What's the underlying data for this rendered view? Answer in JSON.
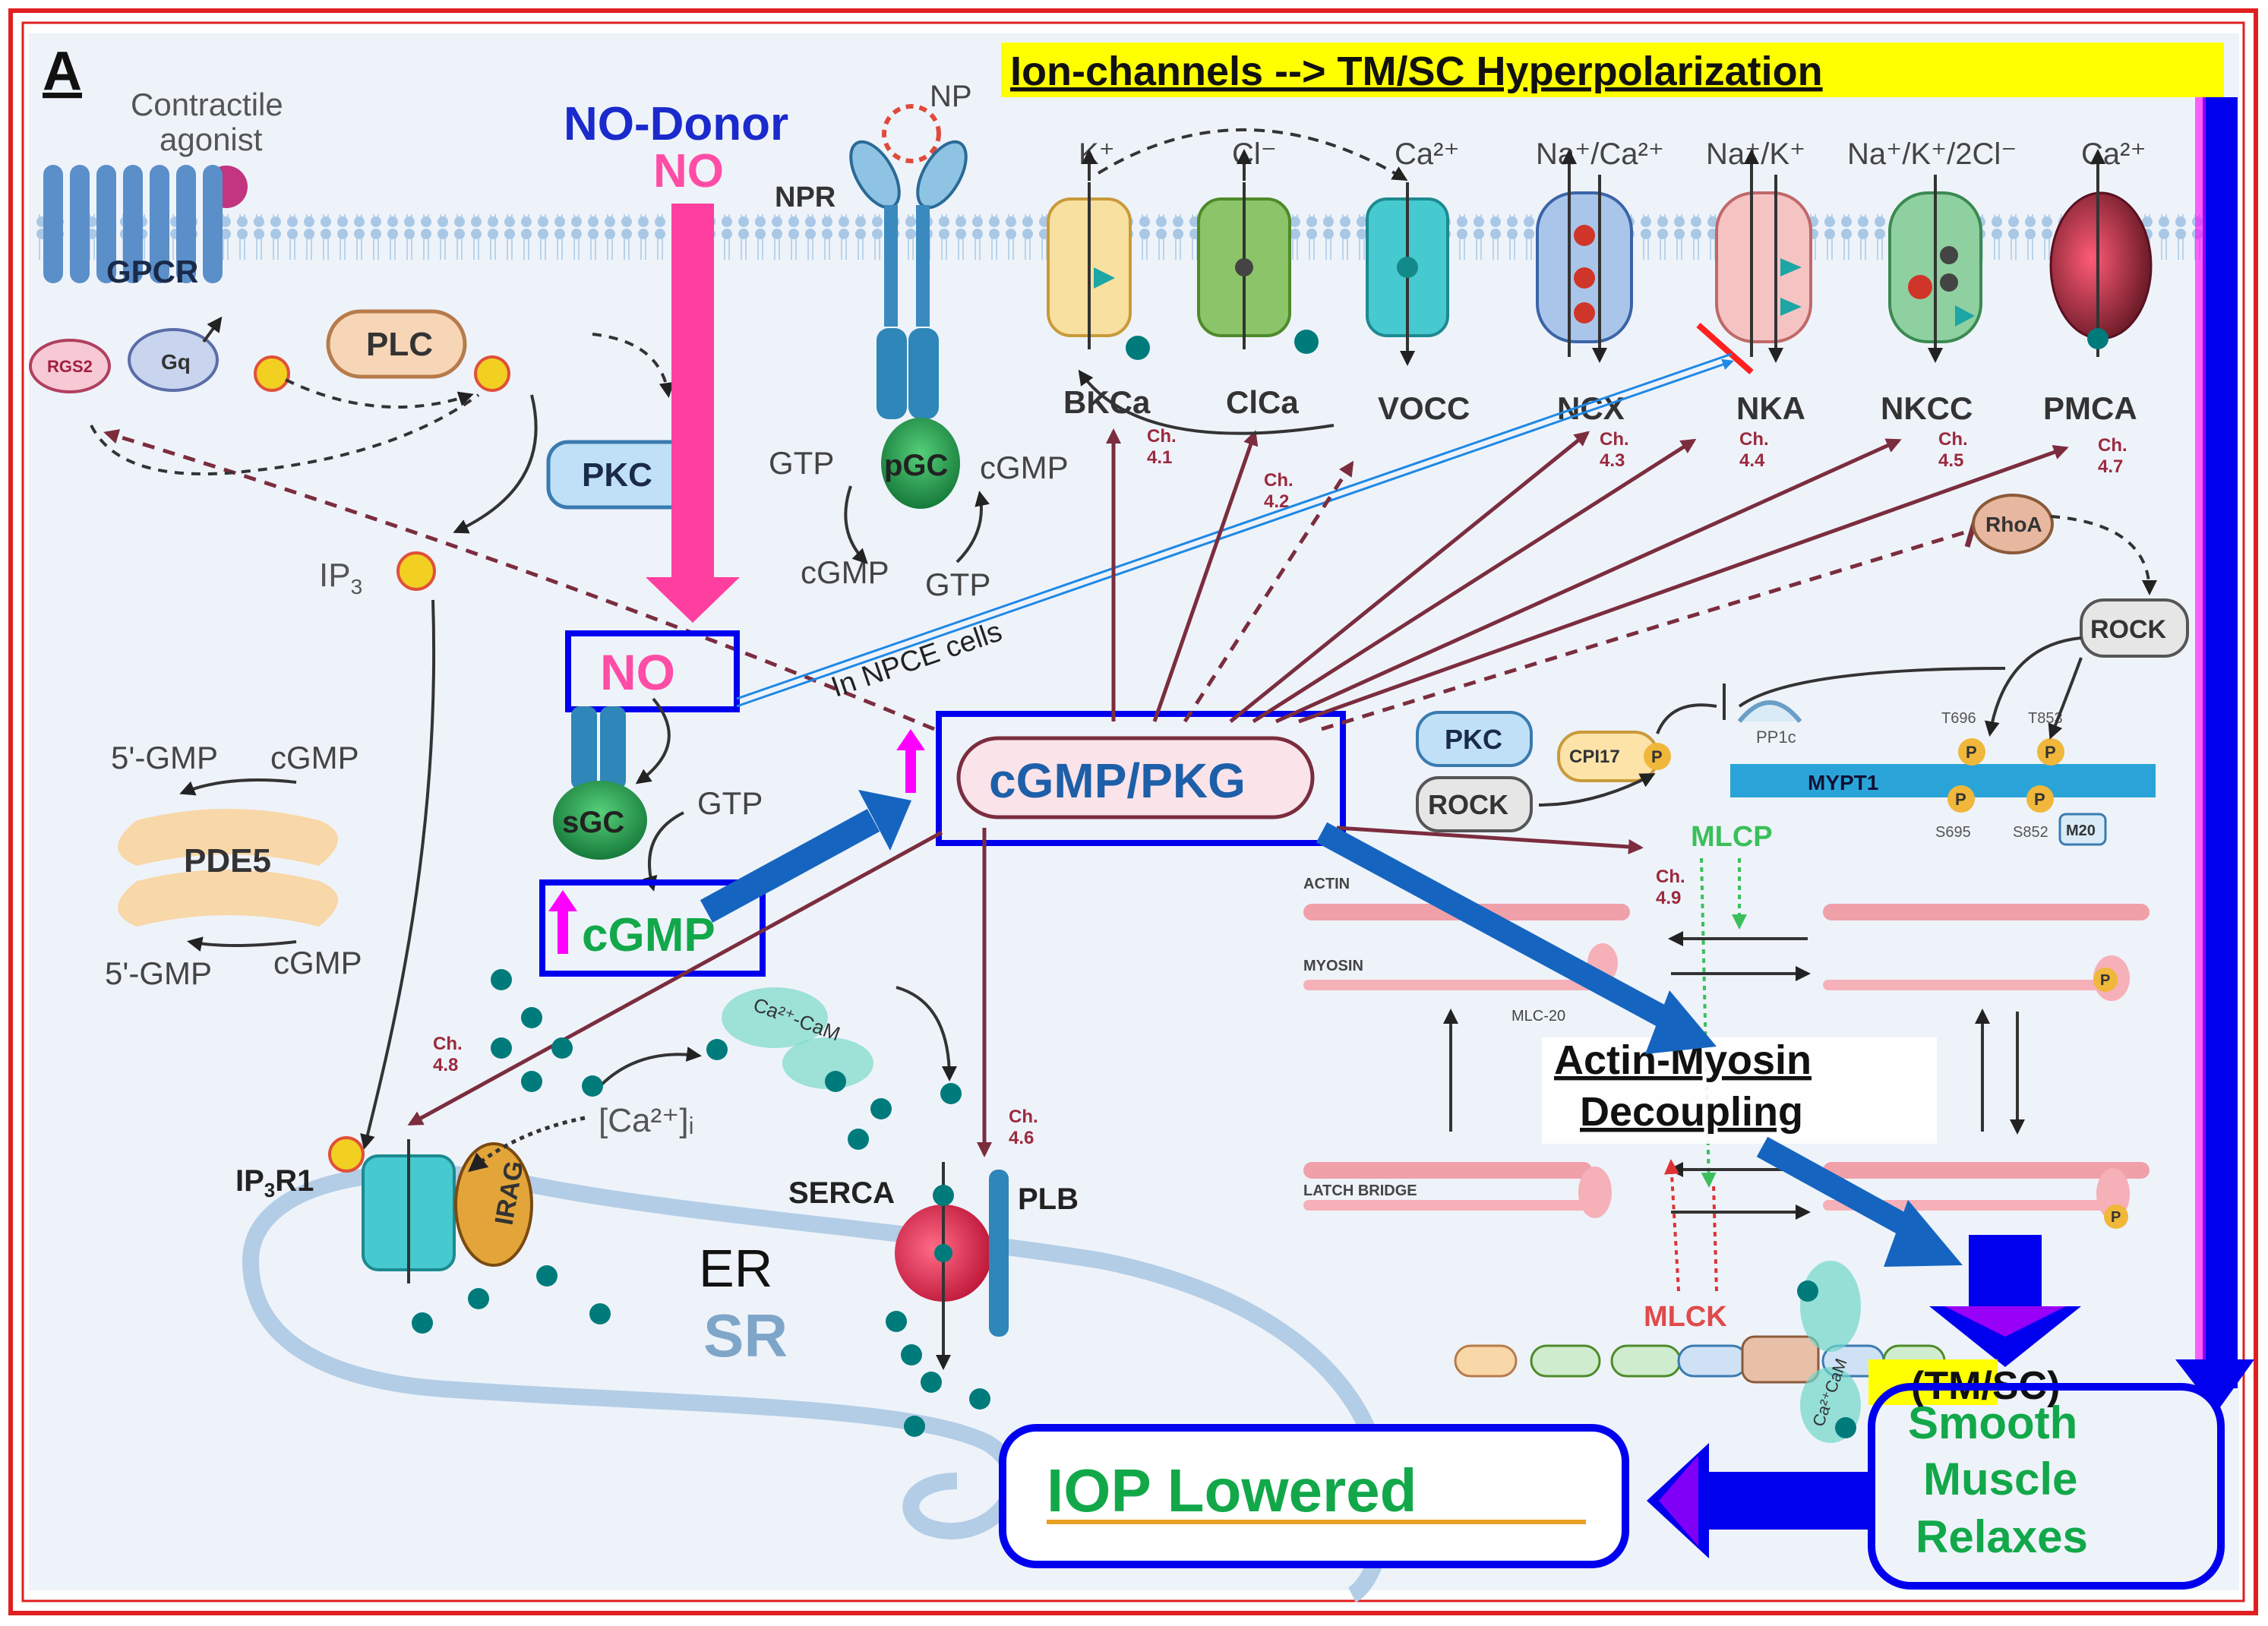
{
  "panel_letter": "A",
  "header_banner": "Ion-channels -->  TM/SC Hyperpolarization",
  "agonist": {
    "label_line1": "Contractile",
    "label_line2": "agonist"
  },
  "gpcr": {
    "receptor": "GPCR",
    "gq": "Gq",
    "rgs2": "RGS2"
  },
  "plc": "PLC",
  "pkc": "PKC",
  "ip3": "IP",
  "ip3_sub": "3",
  "no_donor": "NO-Donor",
  "no_label": "NO",
  "np": "NP",
  "npr": "NPR",
  "pgc": {
    "label": "pGC",
    "gtp_left": "GTP",
    "cgmp_right": "cGMP",
    "cgmp_bottom": "cGMP",
    "gtp_bottom": "GTP"
  },
  "no_box": "NO",
  "sgc": "sGC",
  "sgc_gtp": "GTP",
  "cgmp_box": "cGMP",
  "pde5": {
    "label": "PDE5",
    "top_left": "5'-GMP",
    "top_right": "cGMP",
    "bottom_left": "5'-GMP",
    "bottom_right": "cGMP"
  },
  "npce": "In NPCE cells",
  "cgmp_pkg": "cGMP/PKG",
  "ions": [
    "K⁺",
    "Cl⁻",
    "Ca²⁺",
    "Na⁺/Ca²⁺",
    "Na⁺/K⁺",
    "Na⁺/K⁺/2Cl⁻",
    "Ca²⁺"
  ],
  "channels": [
    "BKCa",
    "ClCa",
    "VOCC",
    "NCX",
    "NKA",
    "NKCC",
    "PMCA"
  ],
  "chapters": {
    "ch_prefix": "Ch.",
    "bkca": "4.1",
    "clca": "4.2",
    "ncx": "4.3",
    "nka": "4.4",
    "nkcc": "4.5",
    "pmca": "4.7",
    "serca": "4.6",
    "ip3r": "4.8",
    "mlcp": "4.9"
  },
  "rhoa": "RhoA",
  "rock": "ROCK",
  "mlcp_panel": {
    "pkc": "PKC",
    "rock": "ROCK",
    "cpi17": "CPI17",
    "p": "P",
    "pp1c": "PP1c",
    "mypt1": "MYPT1",
    "t696": "T696",
    "t853": "T853",
    "s695": "S695",
    "s852": "S852",
    "m20": "M20",
    "mlcp": "MLCP"
  },
  "filaments": {
    "actin": "ACTIN",
    "myosin": "MYOSIN",
    "mlc20": "MLC-20",
    "latch": "LATCH BRIDGE"
  },
  "actin_myosin": {
    "line1": "Actin-Myosin",
    "line2": "Decoupling"
  },
  "mlck": "MLCK",
  "ca_cam_right": "Ca²⁺CaM",
  "ca_cam_left": "Ca²⁺-CaM",
  "ca_i": "[Ca²⁺]ᵢ",
  "ip3r1": "IP",
  "ip3r1_sub": "3",
  "ip3r1_suffix": "R1",
  "irag": "IRAG",
  "er": "ER",
  "sr": "SR",
  "serca": "SERCA",
  "plb": "PLB",
  "tmsc": "(TM/SC)",
  "smooth": {
    "line1": "Smooth",
    "line2": "Muscle",
    "line3": "Relaxes"
  },
  "iop": "IOP Lowered",
  "colors": {
    "membrane": "#a9c8e6",
    "dark_red_arrow": "#7b2d3e",
    "blue_arrow": "#1565c0",
    "pure_blue": "#0000ee",
    "magenta": "#ff00ff",
    "pink": "#ff4da6",
    "green_text": "#12a84a",
    "teal_dot": "#007b7b",
    "banner_yellow": "#ffff00",
    "frame_red": "#e02020"
  }
}
